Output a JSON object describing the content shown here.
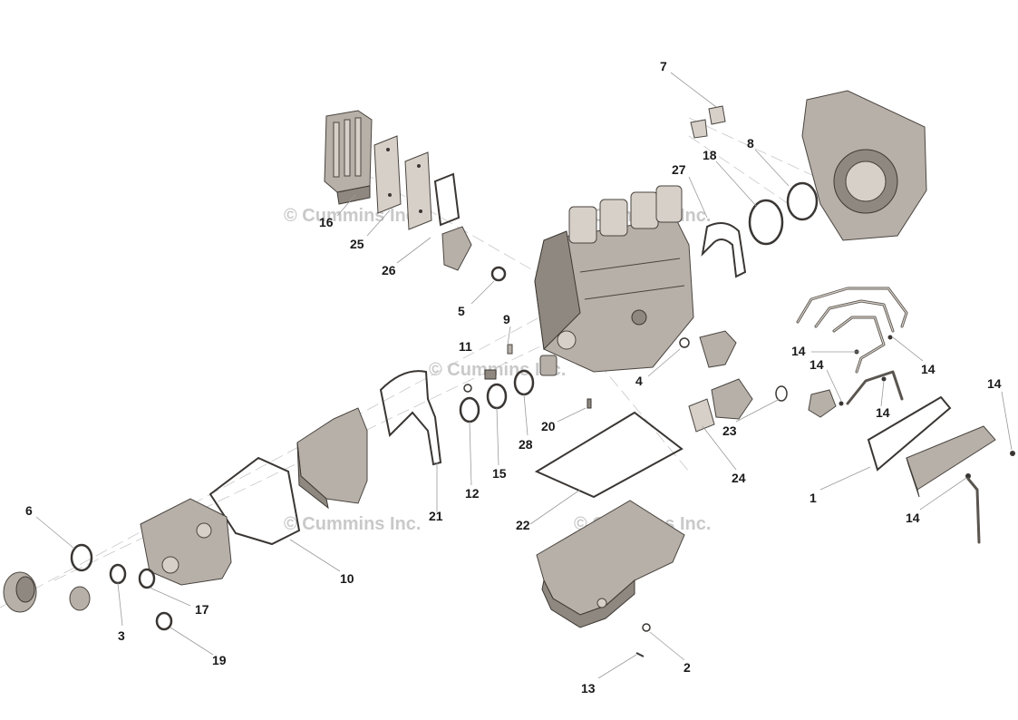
{
  "watermark": "© Cummins Inc.",
  "callouts": [
    "7",
    "8",
    "18",
    "27",
    "16",
    "25",
    "26",
    "5",
    "9",
    "11",
    "4",
    "14",
    "20",
    "28",
    "15",
    "12",
    "23",
    "24",
    "21",
    "1",
    "22",
    "6",
    "10",
    "17",
    "3",
    "19",
    "2",
    "13"
  ]
}
